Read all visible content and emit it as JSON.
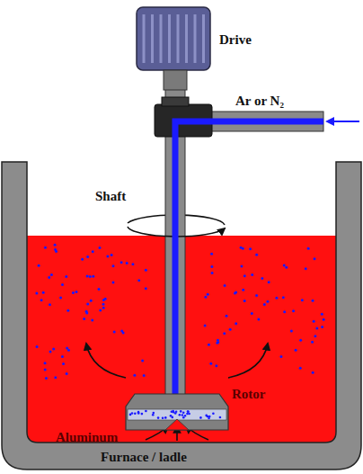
{
  "diagram": {
    "labels": [
      "Drive",
      "Ar or N₂",
      "Shaft",
      "Rotor",
      "Aluminum",
      "Furnace / ladle"
    ]
  }
}
